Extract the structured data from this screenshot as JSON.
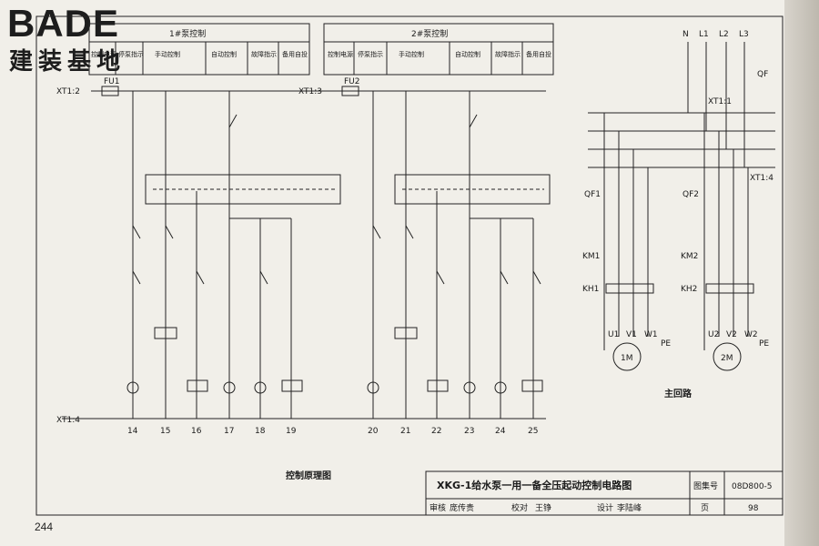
{
  "logo": {
    "main": "BADE",
    "sub": "建装基地"
  },
  "page_number": "244",
  "header": {
    "pump1_title": "1#泵控制",
    "pump2_title": "2#泵控制",
    "cells1": [
      "控制电源",
      "停泵指示",
      "手动控制",
      "自动控制",
      "故障指示",
      "备用自投"
    ],
    "cells2": [
      "控制电源",
      "停泵指示",
      "手动控制",
      "自动控制",
      "故障指示",
      "备用自投"
    ]
  },
  "terminals": {
    "xt1_2": "XT1:2",
    "xt1_3": "XT1:3",
    "xt1_4_left": "XT1:4",
    "xt1_1": "XT1:1",
    "xt1_4_right": "XT1:4",
    "fu1": "FU1",
    "fu2": "FU2"
  },
  "main_circuit": {
    "phases": [
      "N",
      "L1",
      "L2",
      "L3"
    ],
    "qf": "QF",
    "title": "主回路",
    "motors": [
      "1M",
      "2M"
    ],
    "pe": "PE",
    "qf1": "QF1",
    "qf2": "QF2",
    "km1": "KM1",
    "km2": "KM2",
    "kh1": "KH1",
    "kh2": "KH2",
    "terms1": [
      "U1",
      "V1",
      "W1"
    ],
    "terms2": [
      "U2",
      "V2",
      "W2"
    ]
  },
  "bottom_numbers": [
    "14",
    "15",
    "16",
    "17",
    "18",
    "19",
    "20",
    "21",
    "22",
    "23",
    "24",
    "25"
  ],
  "control_title": "控制原理图",
  "title_block": {
    "title": "XKG-1给水泵一用一备全压起动控制电路图",
    "atlas_label": "图集号",
    "atlas_no": "08D800-5",
    "review_label": "审核",
    "reviewer": "庞传贵",
    "check_label": "校对",
    "checker": "王铮",
    "design_label": "设计",
    "designer": "李陆峰",
    "page_label": "页",
    "page_no": "98"
  }
}
